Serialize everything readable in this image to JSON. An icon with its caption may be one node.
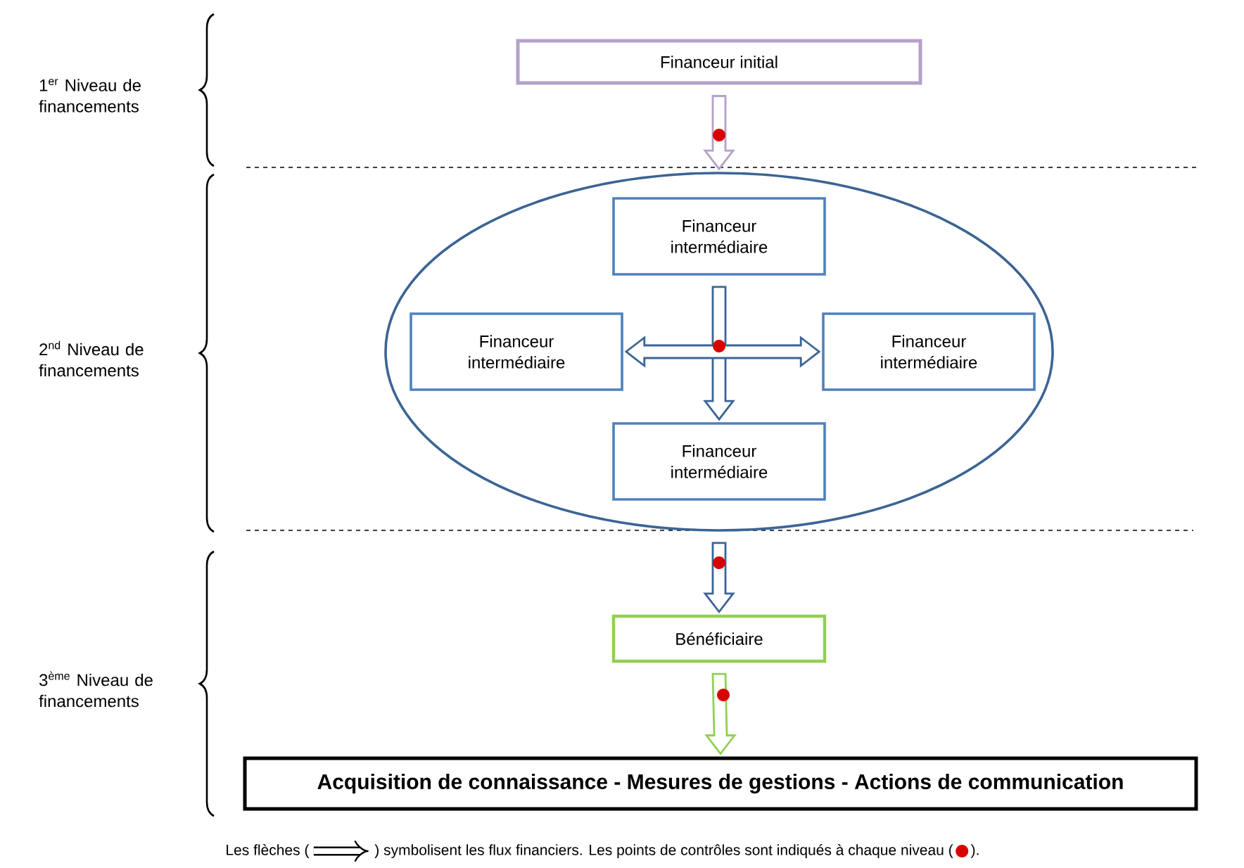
{
  "diagram": {
    "nodes": [
      {
        "text": [
          "Financeur initial"
        ]
      },
      {
        "text": [],
        "shape": "ellipse"
      },
      {
        "text": [
          "Financeur intermédiaire"
        ],
        "in": 1
      },
      {
        "text": [
          "Financeur intermédiaire"
        ],
        "in": 1
      },
      {
        "text": [
          "Financeur intermédiaire"
        ],
        "in": 1
      },
      {
        "text": [
          "Financeur intermédiaire"
        ],
        "in": 1
      },
      {
        "text": [
          "Bénéficiaire"
        ]
      },
      {
        "text": [
          "Acquisition de connaissance - Mesures de gestions - Actions de communication"
        ]
      }
    ],
    "edges": [
      {
        "from": 0,
        "to": 1,
        "arrow": "to",
        "color": "#b4a0c8"
      },
      {
        "from": 2,
        "to": 5,
        "arrow": "to"
      },
      {
        "from": 3,
        "to": 4,
        "arrow": "both"
      },
      {
        "from": 1,
        "to": 6,
        "arrow": "to"
      },
      {
        "from": 6,
        "to": 7,
        "arrow": "to",
        "color": "#92d050"
      }
    ],
    "labels": [
      "1$^{er}$ Niveau de financements",
      "2$^{nd}$ Niveau de financements",
      "3$^{ème}$ Niveau de financements",
      "Les flèches (",
      ") symbolisent les flux financiers. Les points de contrôles sont indiqués à chaque niveau (",
      ")."
    ]
  }
}
